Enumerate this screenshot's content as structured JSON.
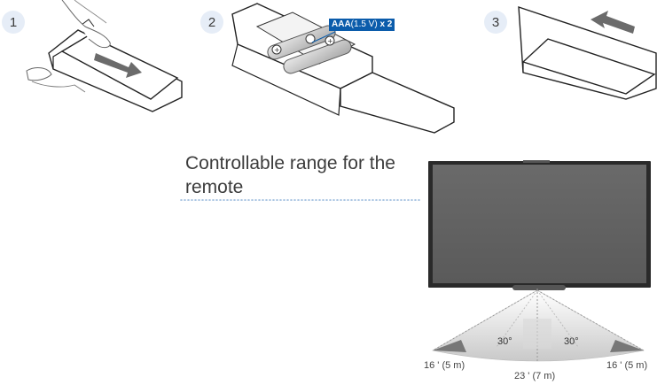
{
  "steps": [
    {
      "number": "1"
    },
    {
      "number": "2",
      "battery": {
        "type": "AAA",
        "spec": "(1.5 V)",
        "count": "x 2"
      }
    },
    {
      "number": "3"
    }
  ],
  "range": {
    "title": "Controllable range for the remote",
    "left_angle": "30°",
    "right_angle": "30°",
    "left_distance": "16 ' (5 m)",
    "center_distance": "23 ' (7 m)",
    "right_distance": "16 ' (5 m)"
  },
  "colors": {
    "accent": "#0b5cab",
    "badge_bg": "#e6edf7",
    "leader_dots": "#8fb3d9"
  }
}
